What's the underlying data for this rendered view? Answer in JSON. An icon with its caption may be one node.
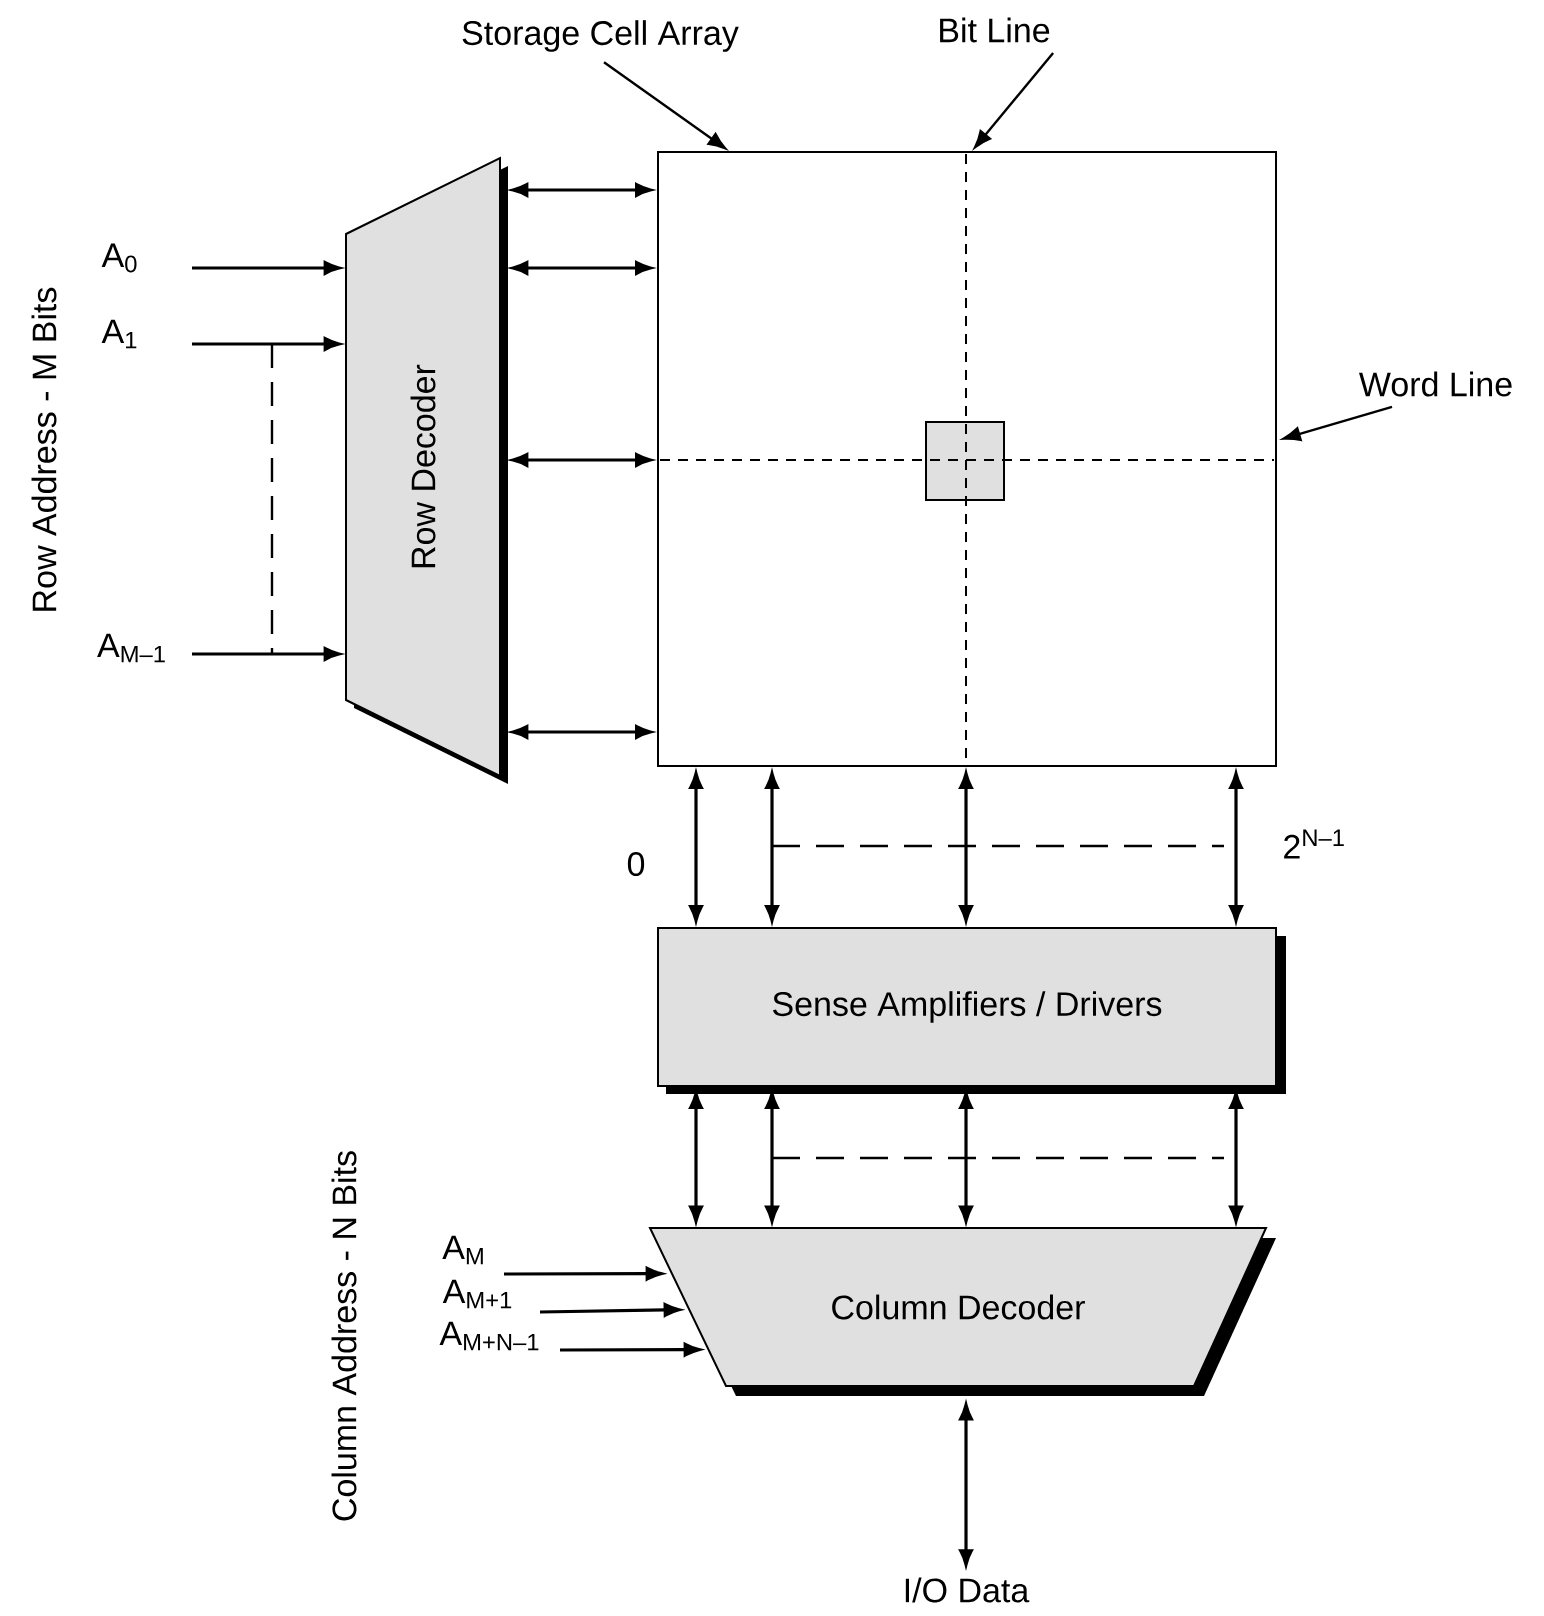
{
  "diagram": {
    "nodes": [
      {
        "text": [
          "Storage Cell Array"
        ]
      },
      {
        "text": [
          "Bit Line"
        ]
      },
      {
        "text": [
          "Word Line"
        ]
      },
      {
        "text": [
          "A$_{0}$"
        ]
      },
      {
        "text": [
          "A$_{1}$"
        ]
      },
      {
        "text": [
          "A$_{M–1}$"
        ]
      },
      {
        "text": [
          "Row Decoder"
        ]
      },
      {
        "text": [],
        "shape": "box"
      },
      {
        "text": [],
        "shape": "box",
        "in": 7
      },
      {
        "text": [
          "Sense Amplifiers / Drivers"
        ]
      },
      {
        "text": [
          "A$_{M}$"
        ]
      },
      {
        "text": [
          "A$_{M+1}$"
        ]
      },
      {
        "text": [
          "A$_{M+N–1}$"
        ]
      },
      {
        "text": [
          "Column Decoder"
        ]
      },
      {
        "text": [
          "I/O Data"
        ]
      }
    ],
    "edges": [
      {
        "from": 0,
        "to": 7,
        "arrow": "to"
      },
      {
        "from": 1,
        "to": 7,
        "arrow": "to"
      },
      {
        "from": 2,
        "to": 7,
        "arrow": "to"
      },
      {
        "from": 3,
        "to": 6,
        "arrow": "to"
      },
      {
        "from": 4,
        "to": 6,
        "arrow": "to"
      },
      {
        "from": 5,
        "to": 6,
        "arrow": "to"
      },
      {
        "from": 6,
        "to": 7,
        "arrow": "both"
      },
      {
        "from": 6,
        "to": 7,
        "arrow": "both"
      },
      {
        "from": 6,
        "to": 7,
        "arrow": "both"
      },
      {
        "from": 6,
        "to": 7,
        "arrow": "both"
      },
      {
        "from": 7,
        "to": 9,
        "arrow": "both"
      },
      {
        "from": 7,
        "to": 9,
        "arrow": "both"
      },
      {
        "from": 7,
        "to": 9,
        "arrow": "both"
      },
      {
        "from": 7,
        "to": 9,
        "arrow": "both"
      },
      {
        "from": 9,
        "to": 13,
        "arrow": "both"
      },
      {
        "from": 9,
        "to": 13,
        "arrow": "both"
      },
      {
        "from": 9,
        "to": 13,
        "arrow": "both"
      },
      {
        "from": 9,
        "to": 13,
        "arrow": "both"
      },
      {
        "from": 10,
        "to": 13,
        "arrow": "to"
      },
      {
        "from": 11,
        "to": 13,
        "arrow": "to"
      },
      {
        "from": 12,
        "to": 13,
        "arrow": "to"
      },
      {
        "from": 13,
        "to": 14,
        "arrow": "both"
      }
    ],
    "labels": [
      "Row Address - M Bits",
      "0",
      "2$^{N–1}$",
      "Column Address - N Bits"
    ]
  }
}
